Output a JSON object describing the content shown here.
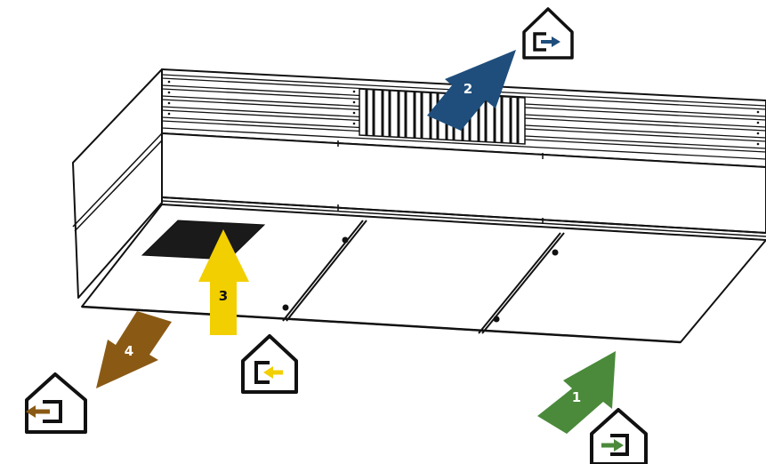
{
  "diagram": {
    "flows": [
      {
        "number": "1",
        "color": "#4a8a3a",
        "icon": "house-arrow-in-icon"
      },
      {
        "number": "2",
        "color": "#1f4e7c",
        "icon": "house-arrow-out-icon"
      },
      {
        "number": "3",
        "color": "#f2cf00",
        "icon": "house-arrow-in-icon"
      },
      {
        "number": "4",
        "color": "#8a5a14",
        "icon": "house-arrow-out-icon"
      }
    ],
    "colors": {
      "line": "#111111",
      "grille": "#1a1a1a",
      "panel": "#ffffff"
    }
  }
}
